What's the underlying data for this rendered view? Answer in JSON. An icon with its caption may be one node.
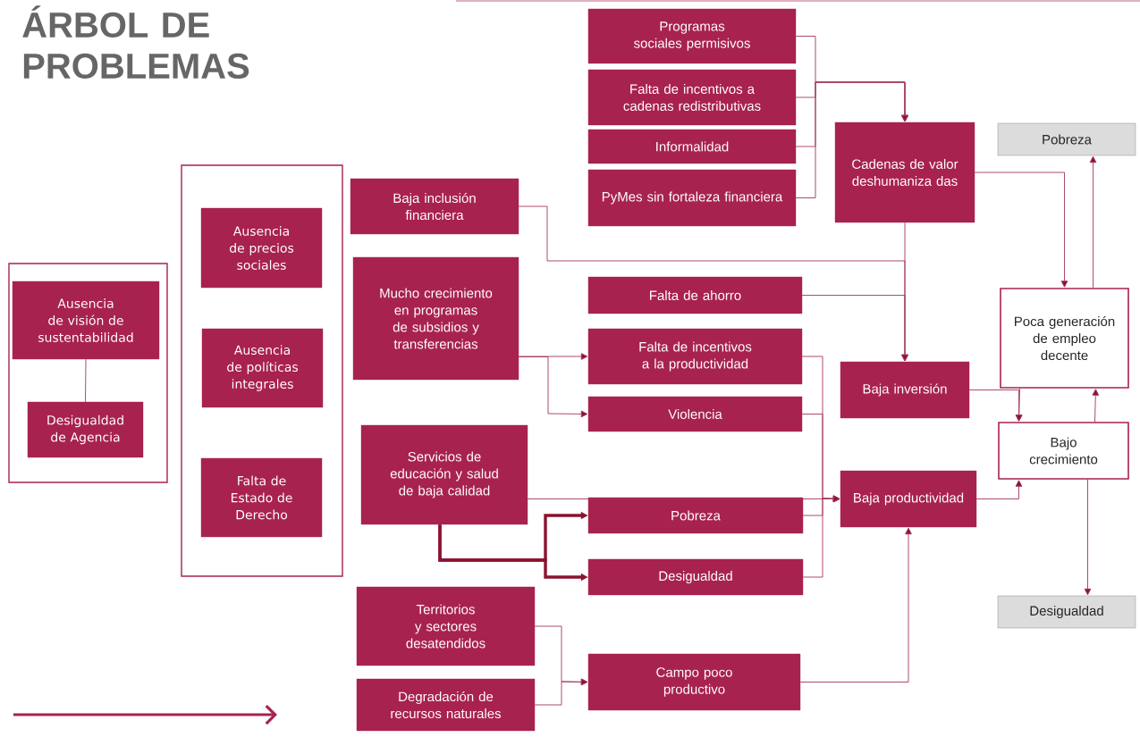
{
  "diagram": {
    "title": "ÁRBOL DE PROBLEMAS",
    "nodes": [
      {
        "text": [],
        "shape": "box"
      },
      {
        "text": [
          "Ausencia de visión de sustentabilidad"
        ],
        "in": 0
      },
      {
        "text": [
          "Desigualdad de Agencia"
        ],
        "in": 0
      },
      {
        "text": [],
        "shape": "box"
      },
      {
        "text": [
          "Ausencia de precios sociales"
        ],
        "in": 3
      },
      {
        "text": [
          "Ausencia de políticas integrales"
        ],
        "in": 3
      },
      {
        "text": [
          "Falta de Estado de Derecho"
        ],
        "in": 3
      },
      {
        "text": [
          "Baja inclusión financiera"
        ]
      },
      {
        "text": [
          "Mucho crecimiento en programas de subsidios y transferencias"
        ]
      },
      {
        "text": [
          "Servicios de educación y salud de baja calidad"
        ]
      },
      {
        "text": [
          "Territorios y sectores desatendidos"
        ]
      },
      {
        "text": [
          "Degradación de recursos naturales"
        ]
      },
      {
        "text": [
          "Programas sociales permisivos"
        ]
      },
      {
        "text": [
          "Falta de incentivos a cadenas redistributivas"
        ]
      },
      {
        "text": [
          "Informalidad"
        ]
      },
      {
        "text": [
          "PyMes sin fortaleza financiera"
        ]
      },
      {
        "text": [
          "Falta de ahorro"
        ]
      },
      {
        "text": [
          "Falta de incentivos a la productividad"
        ]
      },
      {
        "text": [
          "Violencia"
        ]
      },
      {
        "text": [
          "Pobreza"
        ]
      },
      {
        "text": [
          "Desigualdad"
        ]
      },
      {
        "text": [
          "Campo poco productivo"
        ]
      },
      {
        "text": [
          "Cadenas de valor deshumaniza das"
        ]
      },
      {
        "text": [
          "Baja inversión"
        ]
      },
      {
        "text": [
          "Baja productividad"
        ]
      },
      {
        "text": [
          "Pobreza"
        ]
      },
      {
        "text": [
          "Poca generación de empleo decente"
        ]
      },
      {
        "text": [
          "Bajo crecimiento"
        ]
      },
      {
        "text": [
          "Desigualdad"
        ]
      }
    ],
    "edges": [
      {
        "from": 1,
        "to": 2,
        "arrow": "none"
      },
      {
        "from": 12,
        "to": 22,
        "arrow": "to"
      },
      {
        "from": 13,
        "to": 22,
        "arrow": "to"
      },
      {
        "from": 14,
        "to": 22,
        "arrow": "to"
      },
      {
        "from": 15,
        "to": 22,
        "arrow": "to"
      },
      {
        "from": 7,
        "to": 23,
        "arrow": "to"
      },
      {
        "from": 22,
        "to": 23,
        "arrow": "to"
      },
      {
        "from": 16,
        "to": 23,
        "arrow": "to"
      },
      {
        "from": 8,
        "to": 17,
        "arrow": "to"
      },
      {
        "from": 8,
        "to": 18,
        "arrow": "to"
      },
      {
        "from": 9,
        "to": 24,
        "arrow": "to"
      },
      {
        "from": 9,
        "to": 19,
        "arrow": "to",
        "style": "thick"
      },
      {
        "from": 9,
        "to": 20,
        "arrow": "to",
        "style": "thick"
      },
      {
        "from": 17,
        "to": 24,
        "arrow": "to"
      },
      {
        "from": 18,
        "to": 24,
        "arrow": "to"
      },
      {
        "from": 19,
        "to": 24,
        "arrow": "to"
      },
      {
        "from": 20,
        "to": 24,
        "arrow": "to"
      },
      {
        "from": 10,
        "to": 21,
        "arrow": "to"
      },
      {
        "from": 11,
        "to": 21,
        "arrow": "to"
      },
      {
        "from": 21,
        "to": 24,
        "arrow": "to"
      },
      {
        "from": 22,
        "to": 26,
        "arrow": "to"
      },
      {
        "from": 26,
        "to": 25,
        "arrow": "to"
      },
      {
        "from": 23,
        "to": 27,
        "arrow": "to"
      },
      {
        "from": 26,
        "to": 27,
        "arrow": "to"
      },
      {
        "from": 27,
        "to": 26,
        "arrow": "to"
      },
      {
        "from": 24,
        "to": 27,
        "arrow": "to"
      },
      {
        "from": 27,
        "to": 28,
        "arrow": "to"
      }
    ]
  }
}
